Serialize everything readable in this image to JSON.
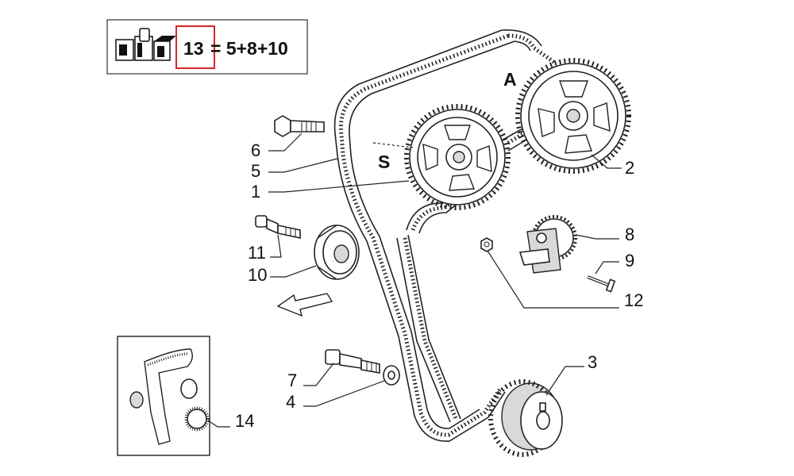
{
  "kit": {
    "number": "13",
    "formula": "= 5+8+10",
    "accent_color": "#d9262b"
  },
  "letters": {
    "a": "A",
    "s": "S"
  },
  "labels": {
    "p1": "1",
    "p2": "2",
    "p3": "3",
    "p4": "4",
    "p5": "5",
    "p6": "6",
    "p7": "7",
    "p8": "8",
    "p9": "9",
    "p10": "10",
    "p11": "11",
    "p12": "12",
    "p14": "14"
  }
}
